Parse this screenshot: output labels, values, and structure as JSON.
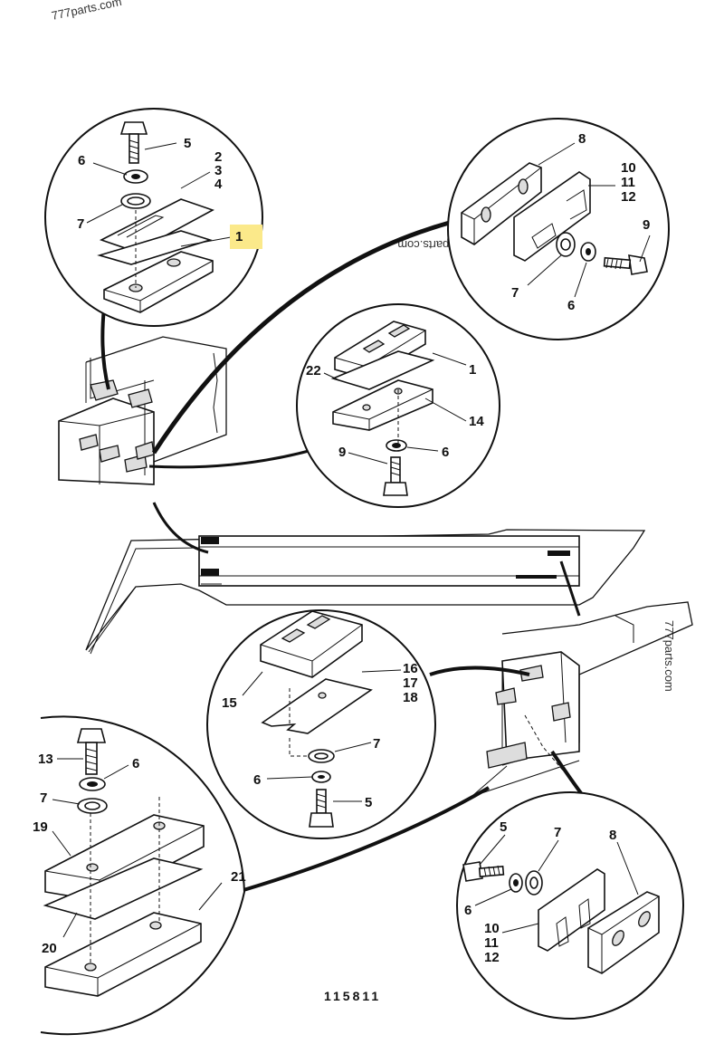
{
  "watermark_text": "777parts.com",
  "drawing_number": "115811",
  "highlight_color": "#fbe98a",
  "callouts": {
    "tl_5": "5",
    "tl_6": "6",
    "tl_2": "2",
    "tl_3": "3",
    "tl_4": "4",
    "tl_7": "7",
    "tl_1": "1",
    "tr_8": "8",
    "tr_10": "10",
    "tr_11": "11",
    "tr_12": "12",
    "tr_9": "9",
    "tr_7": "7",
    "tr_6": "6",
    "mc_22": "22",
    "mc_1": "1",
    "mc_14": "14",
    "mc_9": "9",
    "mc_6": "6",
    "ml_16": "16",
    "ml_17": "17",
    "ml_18": "18",
    "ml_15": "15",
    "ml_7": "7",
    "ml_6": "6",
    "ml_5": "5",
    "bl_13": "13",
    "bl_6": "6",
    "bl_7": "7",
    "bl_19": "19",
    "bl_21": "21",
    "bl_20": "20",
    "br_5": "5",
    "br_7": "7",
    "br_8": "8",
    "br_6": "6",
    "br_10": "10",
    "br_11": "11",
    "br_12": "12"
  }
}
